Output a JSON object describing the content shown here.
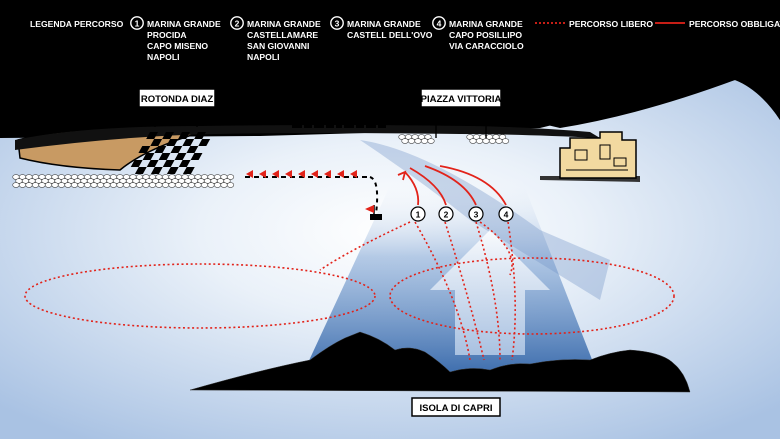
{
  "legend": {
    "title": "LEGENDA PERCORSO",
    "routes": [
      {
        "number": "1",
        "lines": [
          "MARINA GRANDE",
          "PROCIDA",
          "CAPO MISENO",
          "NAPOLI"
        ]
      },
      {
        "number": "2",
        "lines": [
          "MARINA GRANDE",
          "CASTELLAMARE",
          "SAN GIOVANNI",
          "NAPOLI"
        ]
      },
      {
        "number": "3",
        "lines": [
          "MARINA GRANDE",
          "CASTELL DELL'OVO"
        ]
      },
      {
        "number": "4",
        "lines": [
          "MARINA GRANDE",
          "CAPO POSILLIPO",
          "VIA CARACCIOLO"
        ]
      }
    ],
    "free_route_label": "PERCORSO LIBERO",
    "mandatory_route_label": "PERCORSO OBBLIGATO"
  },
  "places": {
    "rotonda": "ROTONDA DIAZ",
    "piazza": "PIAZZA VITTORIA",
    "capri": "ISOLA DI CAPRI"
  },
  "course_markers": [
    "1",
    "2",
    "3",
    "4"
  ],
  "colors": {
    "background": "#000000",
    "route_red": "#e2231a",
    "beach": "#c89a63",
    "sea_light": "#f3f7fc",
    "sea_blue": "#8fb0d8",
    "castle": "#f2d9a0"
  }
}
